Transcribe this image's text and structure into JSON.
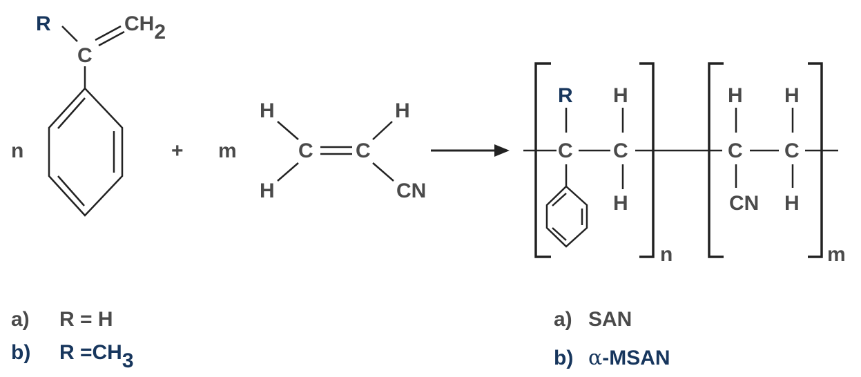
{
  "monomer1": {
    "r": "R",
    "ch": "CH",
    "sub2": "2",
    "c": "C",
    "coef": "n"
  },
  "plus": "+",
  "monomer2": {
    "coef": "m",
    "h": "H",
    "c": "C",
    "cn": "CN"
  },
  "polymer": {
    "r": "R",
    "h": "H",
    "c": "C",
    "cn": "CN",
    "n": "n",
    "m": "m"
  },
  "captions_left": {
    "a_label": "a)",
    "a_text": "R = H",
    "b_label": "b)",
    "b_text": "R =CH",
    "b_sub": "3"
  },
  "captions_right": {
    "a_label": "a)",
    "a_text": "SAN",
    "b_label": "b)",
    "b_alpha": "α",
    "b_text": "-MSAN"
  },
  "colors": {
    "text_gray": "#4a4a4a",
    "text_blue": "#17365d",
    "lines": "#222222"
  }
}
